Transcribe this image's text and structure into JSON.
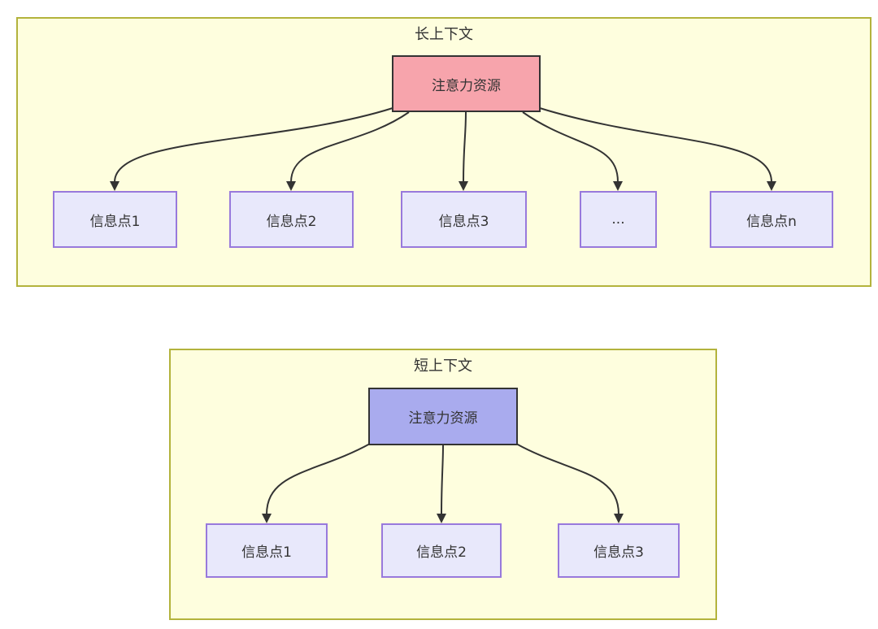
{
  "diagram": {
    "sections": [
      {
        "title": "长上下文",
        "attention_label": "注意力资源",
        "attention_fill": "#F7A4AC",
        "info_points": [
          "信息点1",
          "信息点2",
          "信息点3",
          "...",
          "信息点n"
        ]
      },
      {
        "title": "短上下文",
        "attention_label": "注意力资源",
        "attention_fill": "#A9ABEE",
        "info_points": [
          "信息点1",
          "信息点2",
          "信息点3"
        ]
      }
    ],
    "colors": {
      "container_fill": "#FEFEDE",
      "container_border": "#B3B33C",
      "info_fill": "#E8E8FB",
      "info_border": "#9879DC",
      "attention_border": "#333333",
      "arrow": "#333333",
      "text": "#333333"
    }
  }
}
